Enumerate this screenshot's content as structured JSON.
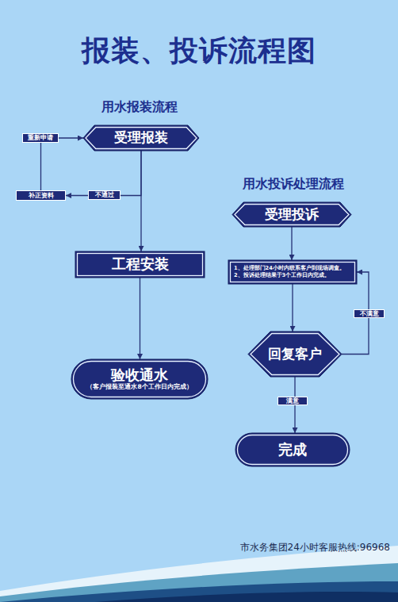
{
  "diagram": {
    "title": "报装、投诉流程图",
    "nodes": [
      {
        "text": [
          "受理报装"
        ]
      },
      {
        "text": [
          "补正资料"
        ]
      },
      {
        "text": [
          "工程安装"
        ]
      },
      {
        "text": [
          "验收通水",
          "（客户报装至通水8个工作日内完成）"
        ]
      },
      {
        "text": [
          "受理投诉"
        ]
      },
      {
        "text": [
          "1、处理部门24小时内联系客户到现场调查。",
          "2、投诉处理结果于3个工作日内完成。"
        ]
      },
      {
        "text": [
          "回复客户"
        ]
      },
      {
        "text": [
          "完成"
        ]
      }
    ],
    "edges": [
      {
        "from": 1,
        "to": 0,
        "label": "重新申请",
        "arrow": "to"
      },
      {
        "from": 0,
        "to": 1,
        "label": "不通过",
        "arrow": "to"
      },
      {
        "from": 0,
        "to": 2,
        "arrow": "to"
      },
      {
        "from": 2,
        "to": 3,
        "arrow": "to"
      },
      {
        "from": 4,
        "to": 5,
        "arrow": "to"
      },
      {
        "from": 5,
        "to": 6,
        "arrow": "to"
      },
      {
        "from": 6,
        "to": 5,
        "label": "不满意",
        "arrow": "to"
      },
      {
        "from": 6,
        "to": 7,
        "label": "满意",
        "arrow": "to"
      }
    ],
    "labels": [
      "用水报装流程",
      "用水投诉处理流程",
      "市水务集团24小时客服热线:96968"
    ]
  }
}
